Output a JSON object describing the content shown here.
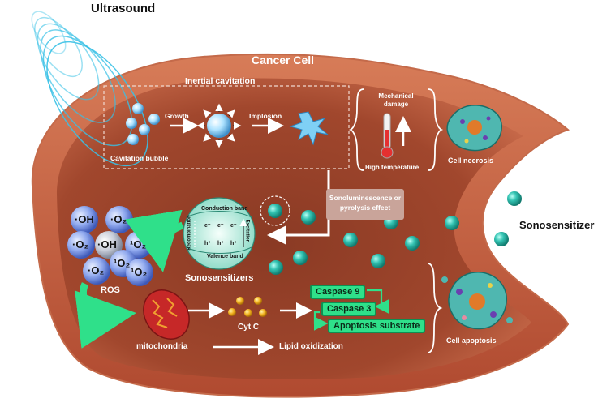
{
  "title_ultrasound": "Ultrasound",
  "title_cell": "Cancer Cell",
  "sonosensitizer_label": "Sonosensitizer",
  "cavitation": {
    "title": "Inertial cavitation",
    "bubble_label": "Cavitation bubble",
    "growth": "Growth",
    "implosion": "Implosion"
  },
  "effects": {
    "mechanical": "Mechanical damage",
    "temperature": "High temperature",
    "necrosis": "Cell necrosis",
    "sonolum": "Sonoluminescence or pyrolysis effect"
  },
  "band": {
    "conduction": "Conduction band",
    "valence": "Valence band",
    "excitation": "Excitation",
    "recombination": "Recombination",
    "electron": "e⁻",
    "hole": "h⁺",
    "label": "Sonosensitizers"
  },
  "ros": {
    "label": "ROS",
    "species": [
      "·OH",
      "·O₂",
      "·O₂",
      "·OH",
      "¹O₂",
      "·O₂",
      "¹O₂",
      "¹O₂"
    ]
  },
  "apoptosis_path": {
    "mito": "mitochondria",
    "cytc": "Cyt C",
    "caspase9": "Caspase 9",
    "caspase3": "Caspase 3",
    "substrate": "Apoptosis substrate",
    "lipid": "Lipid oxidization",
    "apoptosis": "Cell apoptosis"
  },
  "colors": {
    "cell": "#b9553a",
    "cell_inner": "#8f3e28",
    "teal": "#2bb3a3",
    "green": "#2fe08a",
    "ros_blue": "#6b8fe0"
  }
}
